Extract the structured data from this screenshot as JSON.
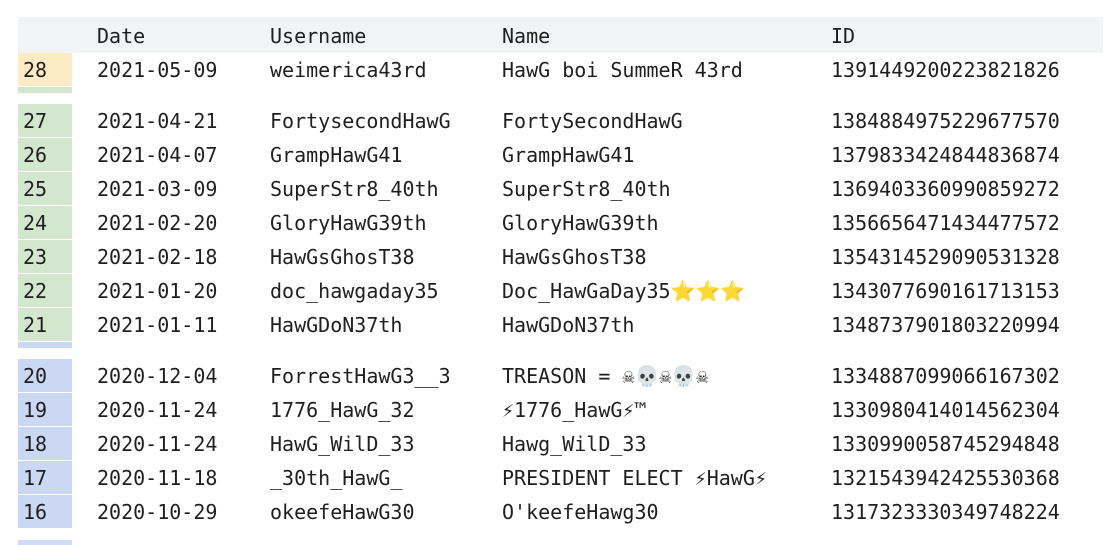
{
  "header": {
    "date": "Date",
    "username": "Username",
    "name": "Name",
    "id": "ID"
  },
  "colors": {
    "yellow": "#fdebc5",
    "green": "#d3e7cf",
    "blue": "#cad8f3",
    "header_bg": "#f1f3f4"
  },
  "rows": [
    {
      "n": "28",
      "date": "2021-05-09",
      "username": "weimerica43rd",
      "name": "HawG boi SummeR 43rd",
      "id": "1391449200223821826",
      "color": "yellow"
    },
    {
      "n": "27",
      "date": "2021-04-21",
      "username": "FortysecondHawG",
      "name": "FortySecondHawG",
      "id": "1384884975229677570",
      "color": "green"
    },
    {
      "n": "26",
      "date": "2021-04-07",
      "username": "GrampHawG41",
      "name": "GrampHawG41",
      "id": "1379833424844836874",
      "color": "green"
    },
    {
      "n": "25",
      "date": "2021-03-09",
      "username": "SuperStr8_40th",
      "name": "SuperStr8_40th",
      "id": "1369403360990859272",
      "color": "green"
    },
    {
      "n": "24",
      "date": "2021-02-20",
      "username": "GloryHawG39th",
      "name": "GloryHawG39th",
      "id": "1356656471434477572",
      "color": "green"
    },
    {
      "n": "23",
      "date": "2021-02-18",
      "username": "HawGsGhosT38",
      "name": "HawGsGhosT38",
      "id": "1354314529090531328",
      "color": "green"
    },
    {
      "n": "22",
      "date": "2021-01-20",
      "username": "doc_hawgaday35",
      "name": "Doc_HawGaDay35⭐⭐⭐",
      "id": "1343077690161713153",
      "color": "green"
    },
    {
      "n": "21",
      "date": "2021-01-11",
      "username": "HawGDoN37th",
      "name": "HawGDoN37th",
      "id": "1348737901803220994",
      "color": "green"
    },
    {
      "n": "20",
      "date": "2020-12-04",
      "username": "ForrestHawG3__3",
      "name": "TREASON = ☠💀☠💀☠",
      "id": "1334887099066167302",
      "color": "blue"
    },
    {
      "n": "19",
      "date": "2020-11-24",
      "username": "1776_HawG_32",
      "name": "⚡1776_HawG⚡™",
      "id": "1330980414014562304",
      "color": "blue"
    },
    {
      "n": "18",
      "date": "2020-11-24",
      "username": "HawG_WilD_33",
      "name": "Hawg_WilD_33",
      "id": "1330990058745294848",
      "color": "blue"
    },
    {
      "n": "17",
      "date": "2020-11-18",
      "username": "_30th_HawG_",
      "name": "PRESIDENT ELECT ⚡HawG⚡",
      "id": "1321543942425530368",
      "color": "blue"
    },
    {
      "n": "16",
      "date": "2020-10-29",
      "username": "okeefeHawG30",
      "name": "O'keefeHawg30",
      "id": "1317323330349748224",
      "color": "blue"
    }
  ]
}
